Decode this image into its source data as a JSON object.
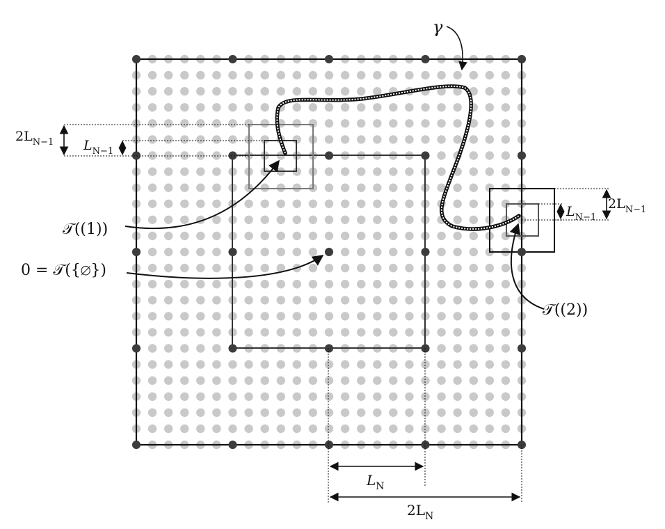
{
  "labels": {
    "gamma": "γ",
    "two_L_N_minus_1": "2L",
    "L_N_minus_1": "L",
    "sub_N_minus_1": "N−1",
    "T1": "𝒯((1))",
    "T_empty": "0 = 𝒯({∅})",
    "T2": "𝒯((2))",
    "L_N": "L",
    "two_L_N": "2L",
    "sub_N": "N"
  },
  "colors": {
    "lattice_dot": "#c9c9c9",
    "big_dot": "#3c3c3c",
    "outer_box": "#111111",
    "inner_box": "#333333",
    "small_box_outer": "#7a7a7a",
    "path": "#111111"
  }
}
